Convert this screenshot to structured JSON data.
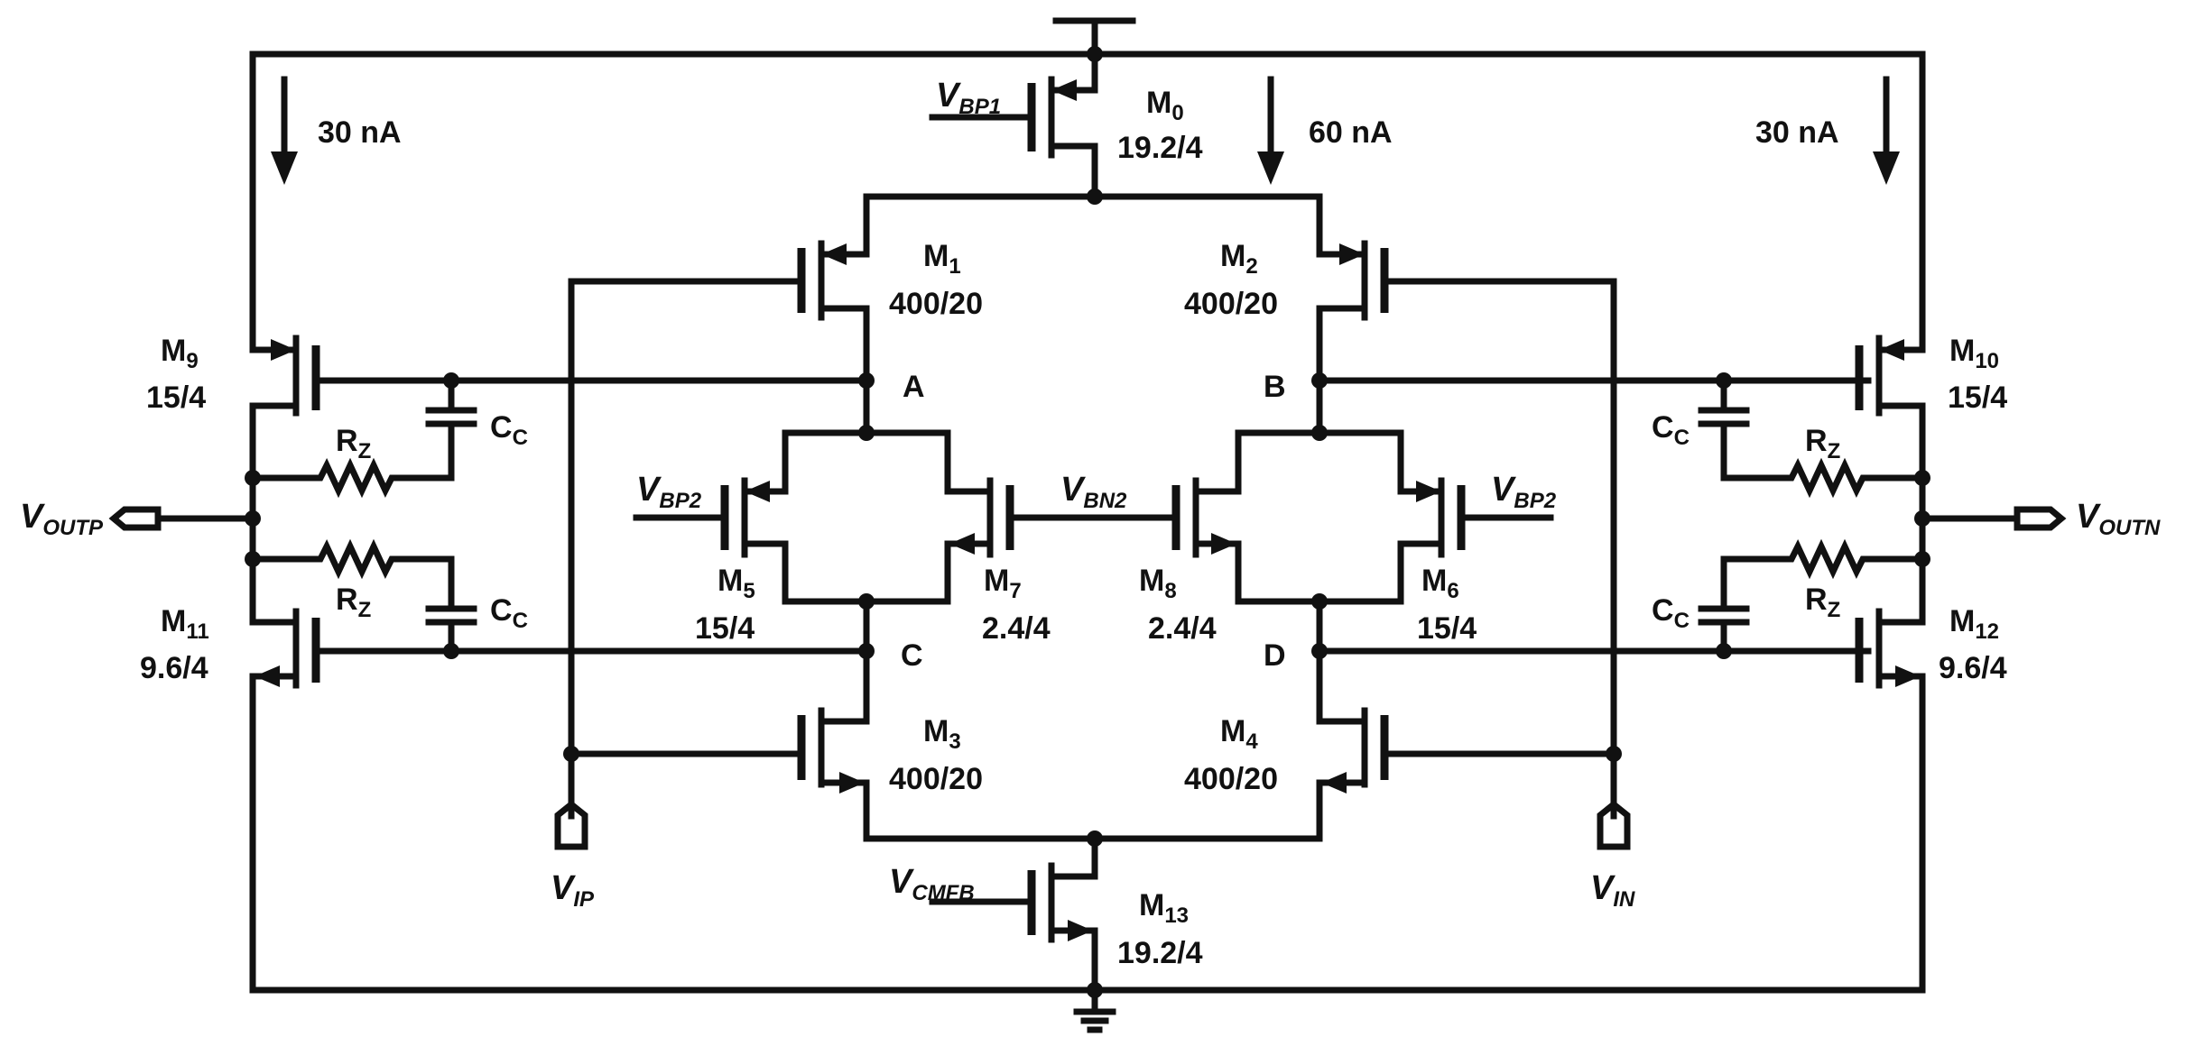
{
  "supply": {
    "currents": {
      "left": "30 nA",
      "center": "60 nA",
      "right": "30 nA"
    }
  },
  "signals": {
    "vbp1": {
      "main": "V",
      "sub": "BP1"
    },
    "vbp2_left": {
      "main": "V",
      "sub": "BP2"
    },
    "vbp2_right": {
      "main": "V",
      "sub": "BP2"
    },
    "vbn2": {
      "main": "V",
      "sub": "BN2"
    },
    "vcmfb": {
      "main": "V",
      "sub": "CMFB"
    },
    "voutp": {
      "main": "V",
      "sub": "OUTP"
    },
    "voutn": {
      "main": "V",
      "sub": "OUTN"
    },
    "vip": {
      "main": "V",
      "sub": "IP"
    },
    "vin": {
      "main": "V",
      "sub": "IN"
    }
  },
  "nodes": {
    "a": "A",
    "b": "B",
    "c": "C",
    "d": "D"
  },
  "transistors": {
    "m0": {
      "name": "M",
      "sub": "0",
      "size": "19.2/4"
    },
    "m1": {
      "name": "M",
      "sub": "1",
      "size": "400/20"
    },
    "m2": {
      "name": "M",
      "sub": "2",
      "size": "400/20"
    },
    "m3": {
      "name": "M",
      "sub": "3",
      "size": "400/20"
    },
    "m4": {
      "name": "M",
      "sub": "4",
      "size": "400/20"
    },
    "m5": {
      "name": "M",
      "sub": "5",
      "size": "15/4"
    },
    "m6": {
      "name": "M",
      "sub": "6",
      "size": "15/4"
    },
    "m7": {
      "name": "M",
      "sub": "7",
      "size": "2.4/4"
    },
    "m8": {
      "name": "M",
      "sub": "8",
      "size": "2.4/4"
    },
    "m9": {
      "name": "M",
      "sub": "9",
      "size": "15/4"
    },
    "m10": {
      "name": "M",
      "sub": "10",
      "size": "15/4"
    },
    "m11": {
      "name": "M",
      "sub": "11",
      "size": "9.6/4"
    },
    "m12": {
      "name": "M",
      "sub": "12",
      "size": "9.6/4"
    },
    "m13": {
      "name": "M",
      "sub": "13",
      "size": "19.2/4"
    }
  },
  "passives": {
    "cc": {
      "main": "C",
      "sub": "C"
    },
    "rz": {
      "main": "R",
      "sub": "Z"
    }
  }
}
